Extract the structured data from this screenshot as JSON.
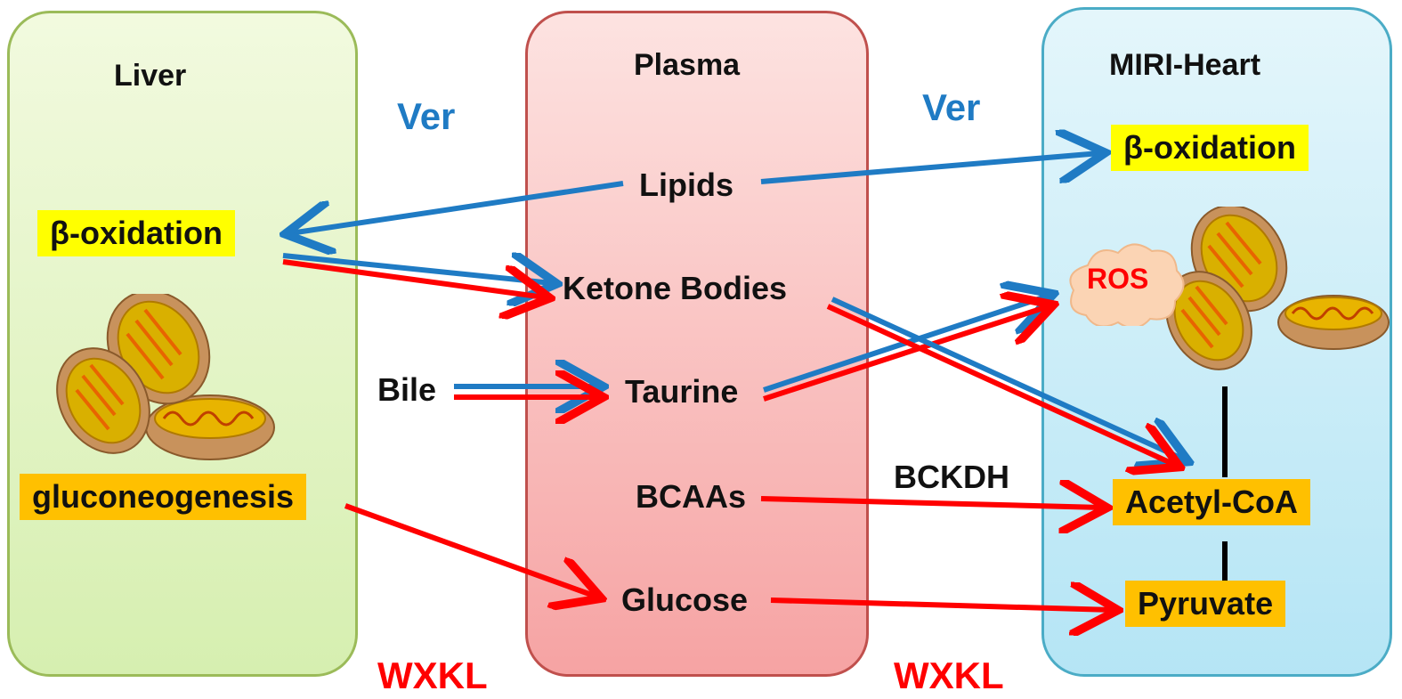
{
  "panels": {
    "liver": {
      "title": "Liver"
    },
    "plasma": {
      "title": "Plasma"
    },
    "heart": {
      "title": "MIRI-Heart"
    }
  },
  "treatment_labels": {
    "ver_left": "Ver",
    "ver_right": "Ver",
    "wxkl_left": "WXKL",
    "wxkl_right": "WXKL"
  },
  "liver": {
    "beta_oxidation": "β-oxidation",
    "gluconeogenesis": "gluconeogenesis"
  },
  "plasma": {
    "lipids": "Lipids",
    "ketone_bodies": "Ketone Bodies",
    "taurine": "Taurine",
    "bcaas": "BCAAs",
    "glucose": "Glucose"
  },
  "bile": "Bile",
  "bckdh": "BCKDH",
  "heart": {
    "beta_oxidation": "β-oxidation",
    "ros": "ROS",
    "acetyl_coa": "Acetyl-CoA",
    "pyruvate": "Pyruvate"
  },
  "colors": {
    "ver_arrow": "#1f7bc4",
    "wxkl_arrow": "#ff0000",
    "liver_panel": "#d6efb0",
    "plasma_panel": "#f6a3a3",
    "heart_panel": "#b5e5f5",
    "highlight_yellow": "#ffff00",
    "highlight_orange": "#ffc000"
  }
}
